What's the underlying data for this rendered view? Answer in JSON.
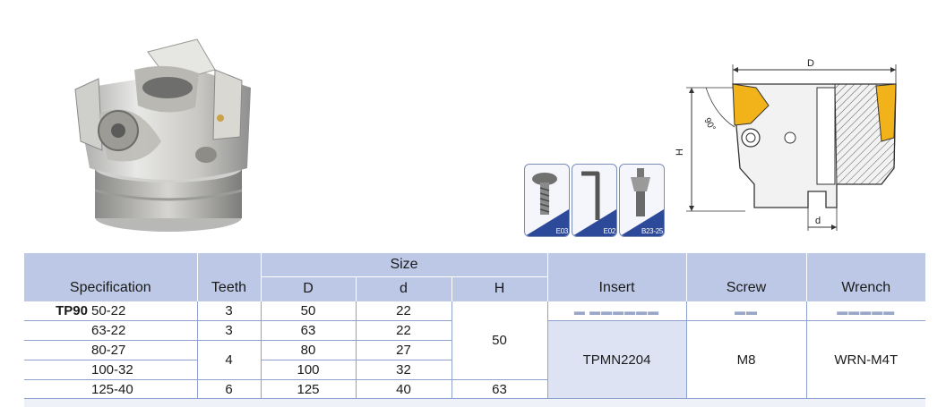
{
  "accessories": {
    "screw_tag": "E03",
    "wrench_tag": "E02",
    "clamp_tag": "B23-25"
  },
  "drawing": {
    "dim_D": "D",
    "dim_d": "d",
    "dim_H": "H",
    "angle": "90°"
  },
  "table": {
    "headers": {
      "specification": "Specification",
      "teeth": "Teeth",
      "size": "Size",
      "D": "D",
      "d": "d",
      "H": "H",
      "insert": "Insert",
      "screw": "Screw",
      "wrench": "Wrench"
    },
    "model": "TP90",
    "rows": [
      {
        "size": "50-22",
        "teeth": "3",
        "D": "50",
        "d": "22"
      },
      {
        "size": "63-22",
        "teeth": "3",
        "D": "63",
        "d": "22"
      },
      {
        "size": "80-27",
        "teeth": "4",
        "D": "80",
        "d": "27"
      },
      {
        "size": "100-32",
        "teeth": "",
        "D": "100",
        "d": "32"
      },
      {
        "size": "125-40",
        "teeth": "6",
        "D": "125",
        "d": "40"
      }
    ],
    "H_group_1": "50",
    "H_group_2": "63",
    "insert": "TPMN2204",
    "screw": "M8",
    "wrench": "WRN-M4T"
  },
  "colors": {
    "header_bg": "#bcc8e6",
    "shaded_bg": "#dde3f2",
    "insert_gold": "#f2b21a",
    "accent_blue": "#2d4a9a"
  }
}
